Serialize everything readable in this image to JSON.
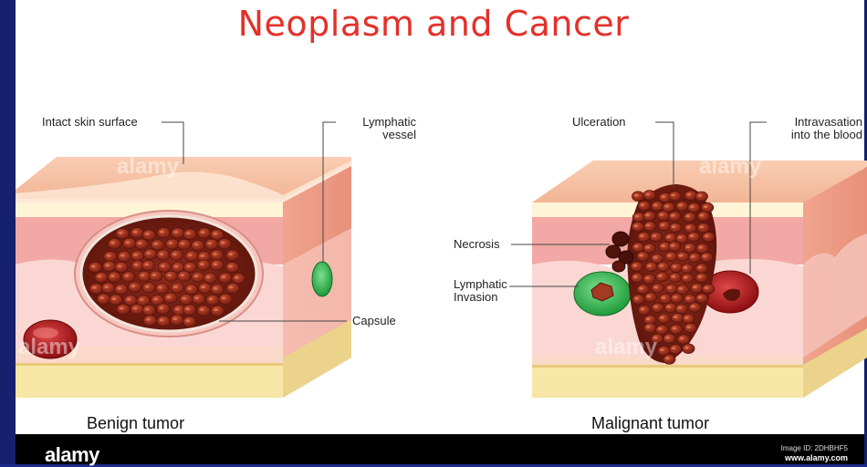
{
  "title": "Neoplasm and Cancer",
  "benign": {
    "caption": "Benign tumor",
    "labels": {
      "intact_skin": "Intact skin surface",
      "lymphatic_vessel_1": "Lymphatic",
      "lymphatic_vessel_2": "vessel",
      "capsule": "Capsule"
    }
  },
  "malignant": {
    "caption": "Malignant tumor",
    "labels": {
      "ulceration": "Ulceration",
      "intravasation_1": "Intravasation",
      "intravasation_2": "into the blood",
      "necrosis": "Necrosis",
      "lymphatic_invasion_1": "Lymphatic",
      "lymphatic_invasion_2": "Invasion"
    }
  },
  "footer": {
    "brand": "alamy",
    "image_id": "Image ID: 2DHBHF5",
    "site": "www.alamy.com"
  },
  "watermark": "alamy",
  "colors": {
    "title": "#e5302a",
    "background": "#1c2a8a",
    "tumor": "#8c2a1c",
    "lymph": "#2bb34a",
    "blood": "#c0161a"
  }
}
